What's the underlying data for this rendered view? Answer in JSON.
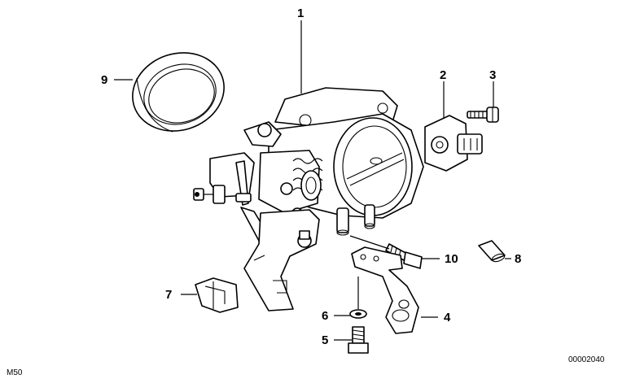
{
  "diagram": {
    "callouts": [
      {
        "id": "1",
        "label": "1"
      },
      {
        "id": "2",
        "label": "2"
      },
      {
        "id": "3",
        "label": "3"
      },
      {
        "id": "4",
        "label": "4"
      },
      {
        "id": "5",
        "label": "5"
      },
      {
        "id": "6",
        "label": "6"
      },
      {
        "id": "7",
        "label": "7"
      },
      {
        "id": "8",
        "label": "8"
      },
      {
        "id": "9",
        "label": "9"
      },
      {
        "id": "10",
        "label": "10"
      }
    ],
    "footer_left": "M50",
    "footer_right": "00002040"
  }
}
